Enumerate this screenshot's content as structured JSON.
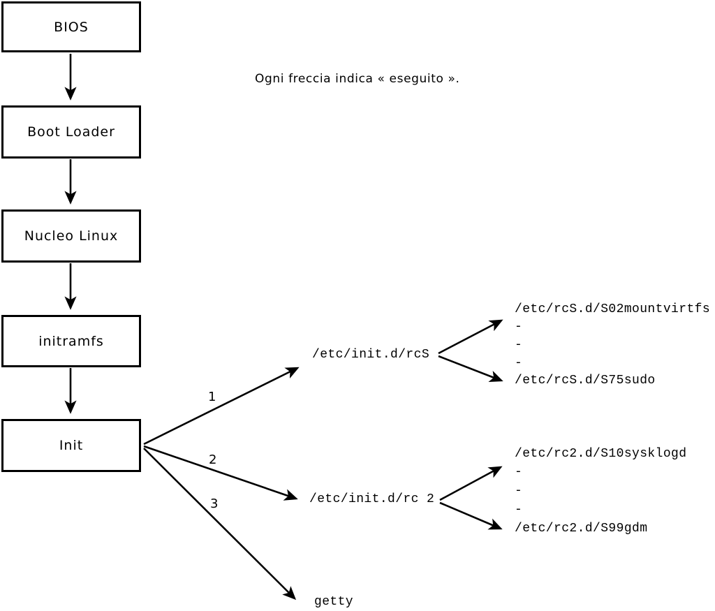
{
  "diagram": {
    "caption": "Ogni freccia indica « eseguito ».",
    "flow_boxes": [
      {
        "label": "BIOS"
      },
      {
        "label": "Boot Loader"
      },
      {
        "label": "Nucleo Linux"
      },
      {
        "label": "initramfs"
      },
      {
        "label": "Init"
      }
    ],
    "branches": [
      {
        "number": "1",
        "target": "/etc/init.d/rcS",
        "children": [
          "/etc/rcS.d/S02mountvirtfs",
          "-",
          "-",
          "-",
          "/etc/rcS.d/S75sudo"
        ]
      },
      {
        "number": "2",
        "target": "/etc/init.d/rc 2",
        "children": [
          "/etc/rc2.d/S10sysklogd",
          "-",
          "-",
          "-",
          "/etc/rc2.d/S99gdm"
        ]
      },
      {
        "number": "3",
        "target": "getty",
        "children": []
      }
    ],
    "colors": {
      "line": "#000000",
      "background": "#ffffff",
      "text": "#000000"
    }
  }
}
